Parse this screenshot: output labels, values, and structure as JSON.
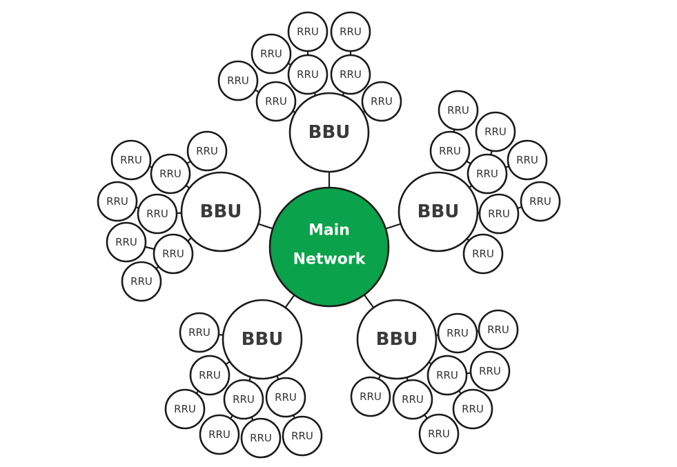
{
  "main": {
    "line1": "Main",
    "line2": "Network",
    "fill_color": "#0aa24a"
  },
  "bbu_label": "BBU",
  "rru_label": "RRU",
  "clusters": [
    {
      "name": "top",
      "bbu": "BBU",
      "rru_count": 8
    },
    {
      "name": "left",
      "bbu": "BBU",
      "rru_count": 8
    },
    {
      "name": "right",
      "bbu": "BBU",
      "rru_count": 8
    },
    {
      "name": "bottom-left",
      "bbu": "BBU",
      "rru_count": 8
    },
    {
      "name": "bottom-right",
      "bbu": "BBU",
      "rru_count": 8
    }
  ]
}
